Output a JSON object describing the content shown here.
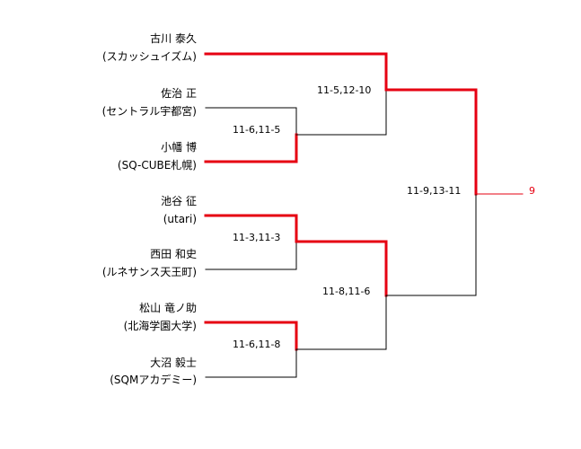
{
  "colors": {
    "winner_line": "#e60012",
    "loser_line": "#000000",
    "final_result": "#e60012"
  },
  "players": [
    {
      "name": "古川 泰久",
      "affiliation": "(スカッシュイズム)"
    },
    {
      "name": "佐治 正",
      "affiliation": "(セントラル宇都宮)"
    },
    {
      "name": "小幡 博",
      "affiliation": "(SQ-CUBE札幌)"
    },
    {
      "name": "池谷 征",
      "affiliation": "(utari)"
    },
    {
      "name": "西田 和史",
      "affiliation": "(ルネサンス天王町)"
    },
    {
      "name": "松山 竜ノ助",
      "affiliation": "(北海学園大学)"
    },
    {
      "name": "大沼 毅士",
      "affiliation": "(SQMアカデミー)"
    }
  ],
  "matches": {
    "r1_a": {
      "score": "11-6,11-5",
      "winner": "小幡 博"
    },
    "r1_b": {
      "score": "11-3,11-3",
      "winner": "池谷 征"
    },
    "r1_c": {
      "score": "11-6,11-8",
      "winner": "松山 竜ノ助"
    },
    "sf_top": {
      "score": "11-5,12-10",
      "winner": "古川 泰久"
    },
    "sf_bottom": {
      "score": "11-8,11-6",
      "winner": "池谷 征"
    },
    "final": {
      "score": "11-9,13-11",
      "winner": "古川 泰久"
    }
  },
  "result_label": "9"
}
